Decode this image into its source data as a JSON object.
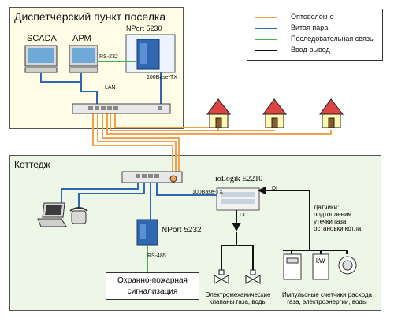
{
  "top_panel": {
    "title": "Диспетчерский пункт поселка",
    "scada": "SCADA",
    "apm": "АРМ",
    "nport_top": "NPort 5230",
    "rs232": "RS-232",
    "lan": "LAN",
    "base_tx": "100Base-TX"
  },
  "legend": {
    "items": [
      {
        "label": "Оптоволокно",
        "color": "#f2a24d"
      },
      {
        "label": "Витая пара",
        "color": "#2f67b1"
      },
      {
        "label": "Последовательная связь",
        "color": "#49b14a"
      },
      {
        "label": "Ввод-вывод",
        "color": "#111111"
      }
    ]
  },
  "bottom_panel": {
    "title": "Коттедж",
    "iologik": "ioLogik E2210",
    "base_tx": "100Base-TX",
    "di": "DI",
    "do": "DO",
    "nport_bottom": "NPort 5232",
    "rs485": "RS-485",
    "alarm_line1": "Охранно-пожарная",
    "alarm_line2": "сигнализация",
    "sensors": [
      "Датчики:",
      "подтопления",
      "утечки газа",
      "остановки котла"
    ],
    "meter_kw": "kW",
    "valves_caption": [
      "Электромеханические",
      "клапаны газа, воды"
    ],
    "meters_caption": [
      "Импульсные счетчики расхода",
      "газа, электроэнергии, воды"
    ]
  }
}
